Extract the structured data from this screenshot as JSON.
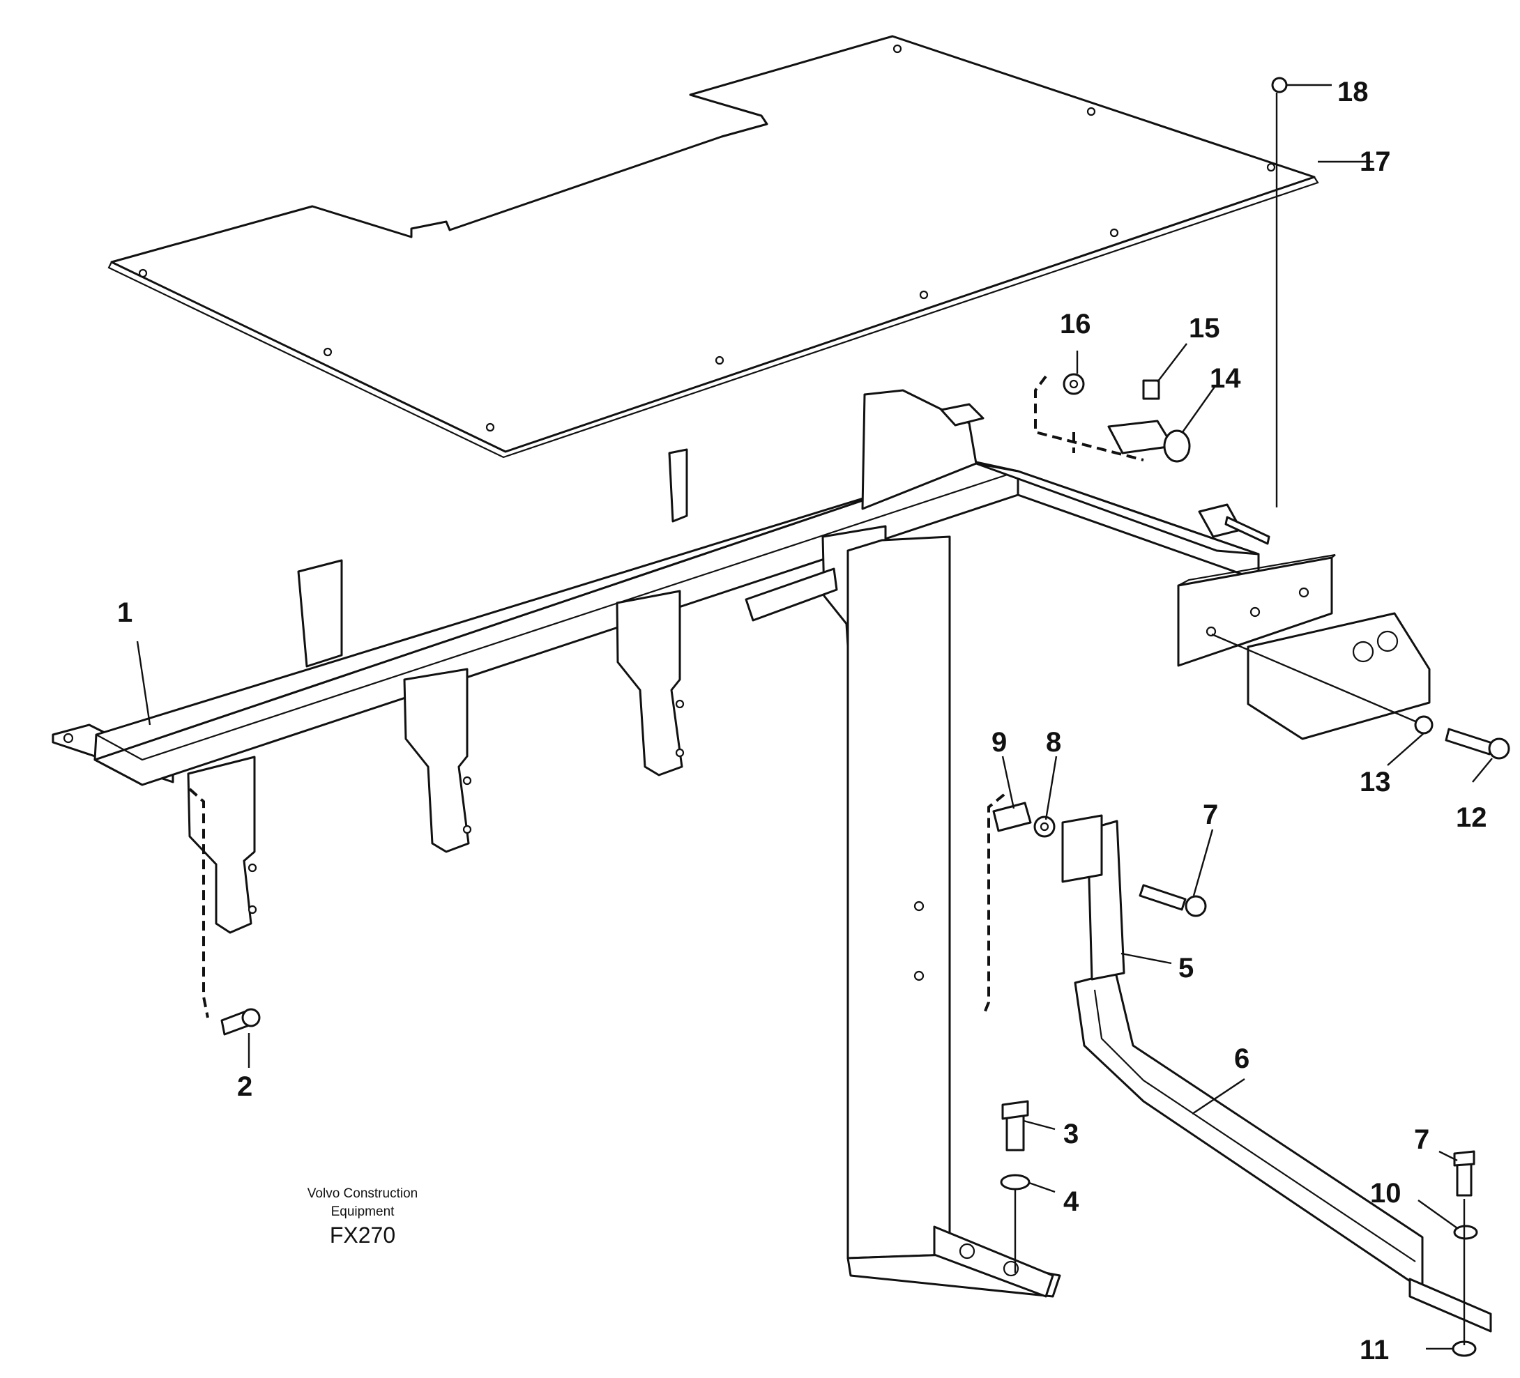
{
  "callouts": [
    {
      "id": "c1",
      "label": "1"
    },
    {
      "id": "c2",
      "label": "2"
    },
    {
      "id": "c3",
      "label": "3"
    },
    {
      "id": "c4",
      "label": "4"
    },
    {
      "id": "c5",
      "label": "5"
    },
    {
      "id": "c6",
      "label": "6"
    },
    {
      "id": "c7a",
      "label": "7"
    },
    {
      "id": "c7b",
      "label": "7"
    },
    {
      "id": "c8",
      "label": "8"
    },
    {
      "id": "c9",
      "label": "9"
    },
    {
      "id": "c10",
      "label": "10"
    },
    {
      "id": "c11",
      "label": "11"
    },
    {
      "id": "c12",
      "label": "12"
    },
    {
      "id": "c13",
      "label": "13"
    },
    {
      "id": "c14",
      "label": "14"
    },
    {
      "id": "c15",
      "label": "15"
    },
    {
      "id": "c16",
      "label": "16"
    },
    {
      "id": "c17",
      "label": "17"
    },
    {
      "id": "c18",
      "label": "18"
    }
  ],
  "footer": {
    "brand_line1": "Volvo Construction",
    "brand_line2": "Equipment",
    "figure_code": "FX270"
  }
}
